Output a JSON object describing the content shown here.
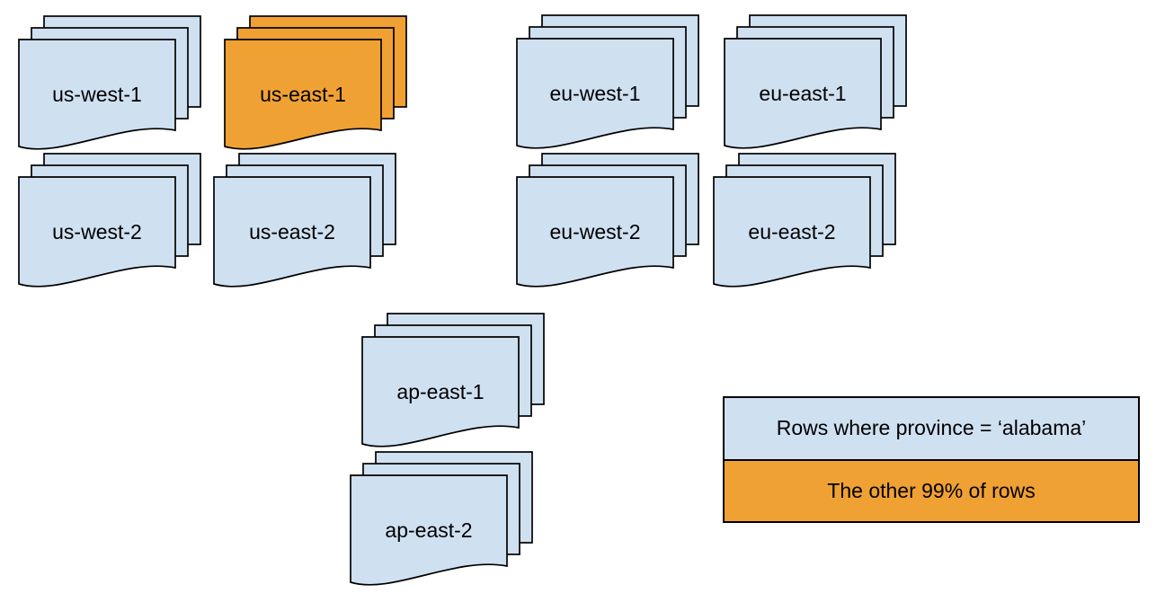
{
  "palette": {
    "background": "#FFFFFF",
    "outline": "#000000",
    "doc_blue": "#CFE0F1",
    "doc_orange": "#F0A133"
  },
  "regions": [
    {
      "label": "us-west-1",
      "fill": "#CFE0F1"
    },
    {
      "label": "us-east-1",
      "fill": "#F0A133"
    },
    {
      "label": "eu-west-1",
      "fill": "#CFE0F1"
    },
    {
      "label": "eu-east-1",
      "fill": "#CFE0F1"
    },
    {
      "label": "us-west-2",
      "fill": "#CFE0F1"
    },
    {
      "label": "us-east-2",
      "fill": "#CFE0F1"
    },
    {
      "label": "eu-west-2",
      "fill": "#CFE0F1"
    },
    {
      "label": "eu-east-2",
      "fill": "#CFE0F1"
    },
    {
      "label": "ap-east-1",
      "fill": "#CFE0F1"
    },
    {
      "label": "ap-east-2",
      "fill": "#CFE0F1"
    }
  ],
  "legend": {
    "items": [
      {
        "label": "Rows where province = ‘alabama’",
        "fill": "#CFE0F1"
      },
      {
        "label": "The other 99% of rows",
        "fill": "#F0A133"
      }
    ]
  }
}
